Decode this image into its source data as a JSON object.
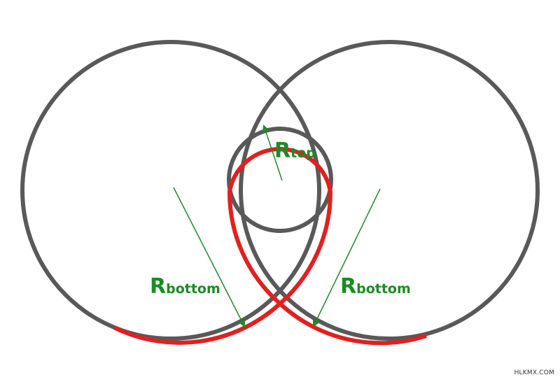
{
  "colors": {
    "circle_gray": "#595959",
    "highlight_red": "#e31f1f",
    "arrow_green": "#1c8c24",
    "label_green": "#1c8c24",
    "background": "#ffffff"
  },
  "labels": {
    "r_top": {
      "main": "R",
      "sub": "top"
    },
    "r_bottom_left": {
      "main": "R",
      "sub": "bottom"
    },
    "r_bottom_right": {
      "main": "R",
      "sub": "bottom"
    }
  },
  "watermark": "HLKMX.COM"
}
